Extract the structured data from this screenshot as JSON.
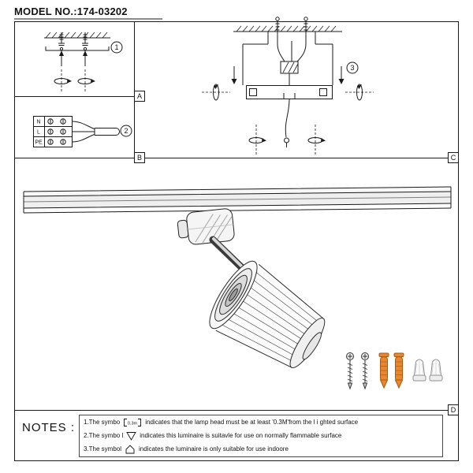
{
  "page": {
    "model_label": "MODEL NO.:174-03202"
  },
  "section_labels": {
    "a": "A",
    "b": "B",
    "c": "C",
    "d": "D"
  },
  "steps": {
    "one": "1",
    "two": "2",
    "three": "3"
  },
  "wiring": {
    "terminal_n": "N",
    "terminal_l": "L",
    "terminal_pe": "PE"
  },
  "notes": {
    "title": "NOTES :",
    "min_distance_text": "0.3m",
    "items": [
      {
        "pre": "1.The symbo",
        "post": "indicates that the lamp head must be at least '0.3M'from the l i ghted surface"
      },
      {
        "pre": "2.The symbo l",
        "post": "indicates this luminaire is suitavle for use on normally flammable surface"
      },
      {
        "pre": "3.The symbol",
        "post": "indicates the luminaire is only suitable for use indoore"
      }
    ]
  },
  "hardware": {
    "anchor_color": "#e8872f"
  }
}
